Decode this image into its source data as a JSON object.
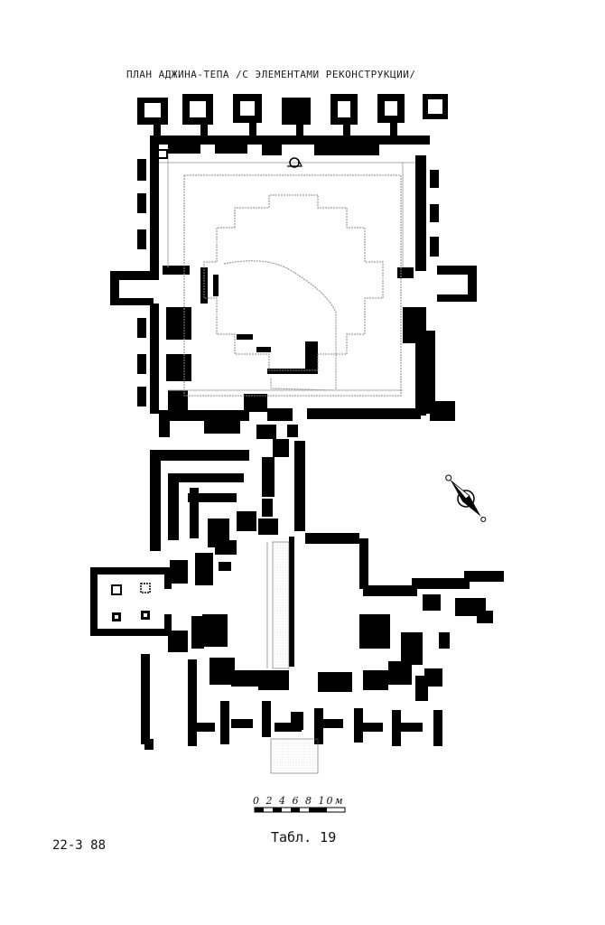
{
  "document": {
    "title": "ПЛАН АДЖИНА-ТЕПА /С ЭЛЕМЕНТАМИ РЕКОНСТРУКЦИИ/",
    "scale_label": "0 2 4 6 8 10м",
    "plate_label": "Табл. 19",
    "page_code": "22-3 88"
  }
}
